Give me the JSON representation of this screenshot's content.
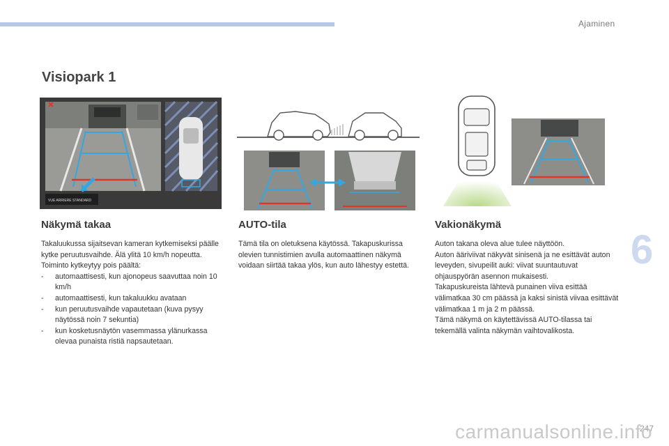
{
  "header": {
    "section": "Ajaminen",
    "chapter": "6"
  },
  "page_title": "Visiopark 1",
  "figure1": {
    "caption_label": "VUE ARRIERE STANDARD"
  },
  "sections": [
    {
      "title": "Näkymä takaa",
      "paragraphs": [
        "Takaluukussa sijaitsevan kameran kytkemiseksi päälle kytke peruutusvaihde. Älä ylitä 10 km/h nopeutta.",
        "Toiminto kytkeytyy pois päältä:"
      ],
      "bullets": [
        "automaattisesti, kun ajonopeus saavuttaa noin 10 km/h",
        "automaattisesti, kun takaluukku avataan",
        "kun peruutusvaihde vapautetaan (kuva pysyy näytössä noin 7 sekuntia)",
        "kun kosketusnäytön vasemmassa ylänurkassa olevaa punaista ristiä napsautetaan."
      ]
    },
    {
      "title": "AUTO-tila",
      "paragraphs": [
        "Tämä tila on oletuksena käytössä. Takapuskurissa olevien tunnistimien avulla automaattinen näkymä voidaan siirtää takaa ylös, kun auto lähestyy estettä."
      ]
    },
    {
      "title": "Vakionäkymä",
      "paragraphs": [
        "Auton takana oleva alue tulee näyttöön.",
        "Auton ääriviivat näkyvät sinisenä ja ne esittävät auton leveyden, sivupeilit auki: viivat suuntautuvat ohjauspyörän asennon mukaisesti.",
        "Takapuskureista lähtevä punainen viiva esittää välimatkaa 30 cm päässä ja kaksi sinistä viivaa esittävät välimatkaa 1 m ja 2 m päässä.",
        "Tämä näkymä on käytettävissä AUTO-tilassa tai tekemällä valinta näkymän vaihtovalikosta."
      ]
    }
  ],
  "page_number": "247",
  "watermark": "carmanualsonline.info",
  "colors": {
    "accent_bar": "#b6c8e6",
    "chapter": "#cdd9ee",
    "guide_blue": "#36a6e0",
    "guide_red": "#e0362a"
  }
}
